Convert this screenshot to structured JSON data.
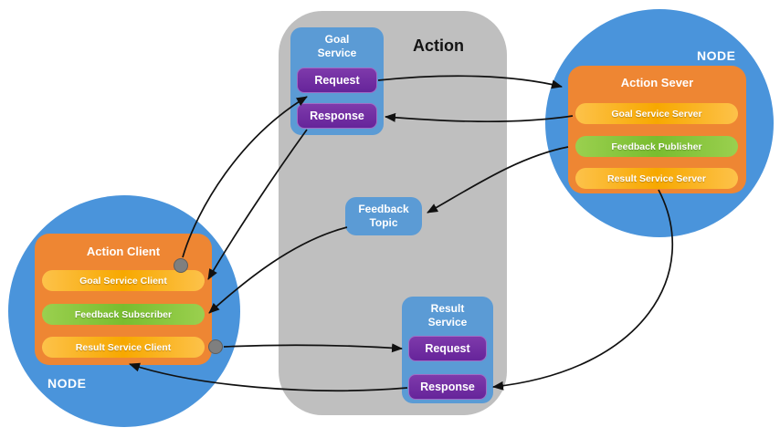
{
  "diagram": {
    "action_label": "Action",
    "goal_service": {
      "title": "Goal Service",
      "request": "Request",
      "response": "Response"
    },
    "feedback_topic": {
      "title": "Feedback Topic"
    },
    "result_service": {
      "title": "Result Service",
      "request": "Request",
      "response": "Response"
    },
    "server_node": {
      "label": "NODE",
      "box_title": "Action Sever",
      "items": [
        {
          "label": "Goal Service Server",
          "color": "yellow"
        },
        {
          "label": "Feedback Publisher",
          "color": "green"
        },
        {
          "label": "Result Service Server",
          "color": "yellow"
        }
      ]
    },
    "client_node": {
      "label": "NODE",
      "box_title": "Action Client",
      "items": [
        {
          "label": "Goal Service Client",
          "color": "yellow"
        },
        {
          "label": "Feedback Subscriber",
          "color": "green"
        },
        {
          "label": "Result Service Client",
          "color": "yellow"
        }
      ]
    }
  },
  "colors": {
    "node_blue": "#4a94db",
    "panel_gray": "#bfbfbf",
    "box_blue": "#5b9bd5",
    "button_purple": "#7030a0",
    "server_orange": "#ee8633",
    "pill_yellow": "#f7a800",
    "pill_green": "#79bd2f",
    "arrow_black": "#111111",
    "dot_gray": "#7f7f7f"
  }
}
